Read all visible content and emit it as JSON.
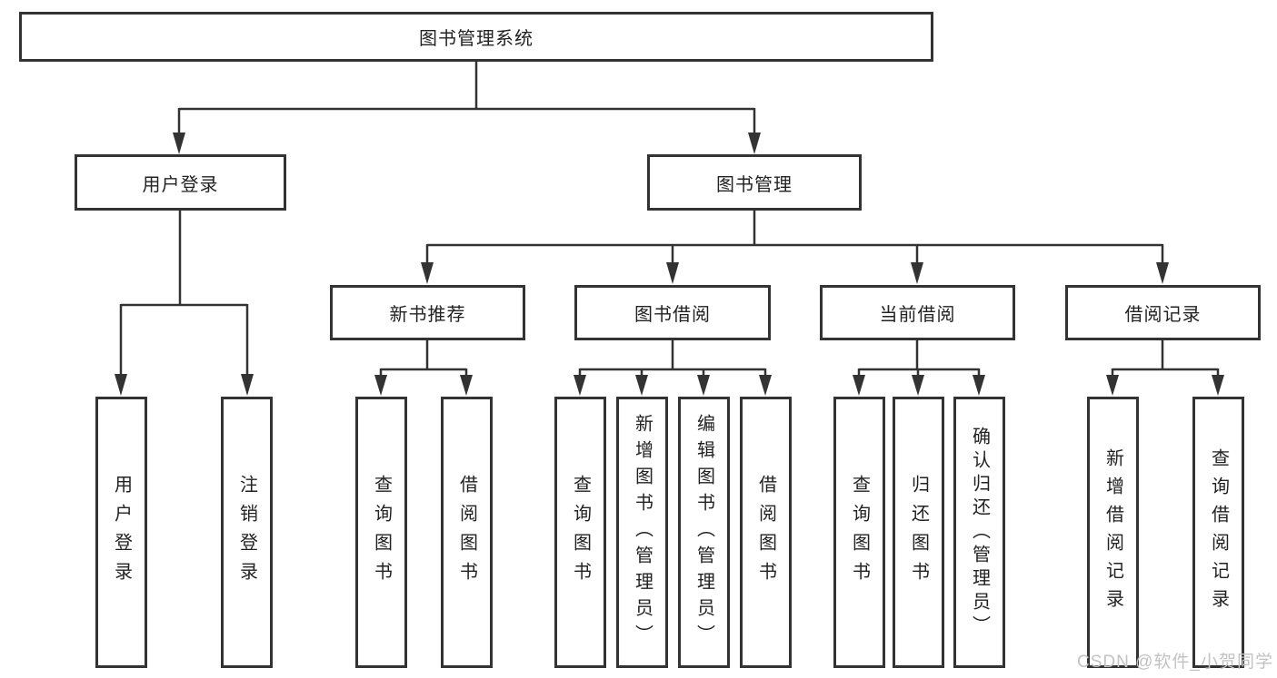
{
  "diagram": {
    "tree": {
      "label": "图书管理系统",
      "children": [
        {
          "label": "用户登录",
          "children": [
            {
              "label": "用户登录"
            },
            {
              "label": "注销登录"
            }
          ]
        },
        {
          "label": "图书管理",
          "children": [
            {
              "label": "新书推荐",
              "children": [
                {
                  "label": "查询图书"
                },
                {
                  "label": "借阅图书"
                }
              ]
            },
            {
              "label": "图书借阅",
              "children": [
                {
                  "label": "查询图书"
                },
                {
                  "label": "新增图书（管理员）"
                },
                {
                  "label": "编辑图书（管理员）"
                },
                {
                  "label": "借阅图书"
                }
              ]
            },
            {
              "label": "当前借阅",
              "children": [
                {
                  "label": "查询图书"
                },
                {
                  "label": "归还图书"
                },
                {
                  "label": "确认归还（管理员）"
                }
              ]
            },
            {
              "label": "借阅记录",
              "children": [
                {
                  "label": "新增借阅记录"
                },
                {
                  "label": "查询借阅记录"
                }
              ]
            }
          ]
        }
      ]
    },
    "colors": {
      "line": "#333333",
      "text": "#222222",
      "box_background": "#ffffff",
      "watermark": "#c2c2c2"
    }
  },
  "watermark": {
    "text": "CSDN @软件_小贺同学"
  }
}
